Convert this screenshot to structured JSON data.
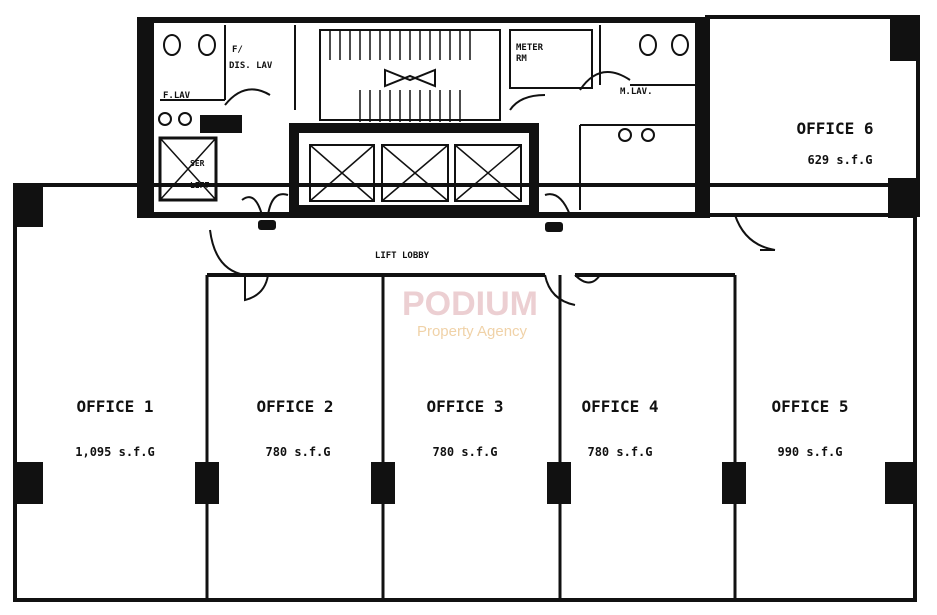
{
  "watermark": {
    "brand": "PODIUM",
    "tagline": "Property Agency",
    "brand_color": "#e8c4c8",
    "tagline_color": "#f0d2a8"
  },
  "rooms": {
    "office1": {
      "name": "OFFICE 1",
      "area": "1,095 s.f.G"
    },
    "office2": {
      "name": "OFFICE 2",
      "area": "780 s.f.G"
    },
    "office3": {
      "name": "OFFICE 3",
      "area": "780 s.f.G"
    },
    "office4": {
      "name": "OFFICE 4",
      "area": "780 s.f.G"
    },
    "office5": {
      "name": "OFFICE 5",
      "area": "990 s.f.G"
    },
    "office6": {
      "name": "OFFICE 6",
      "area": "629 s.f.G"
    },
    "lobby": "LIFT LOBBY",
    "meter_room": [
      "METER",
      "RM"
    ],
    "female_lav": "F.LAV",
    "dis_lav": [
      "F/",
      "DIS. LAV"
    ],
    "male_lav": "M.LAV.",
    "service_lift": [
      "SER",
      "LIFT"
    ]
  }
}
